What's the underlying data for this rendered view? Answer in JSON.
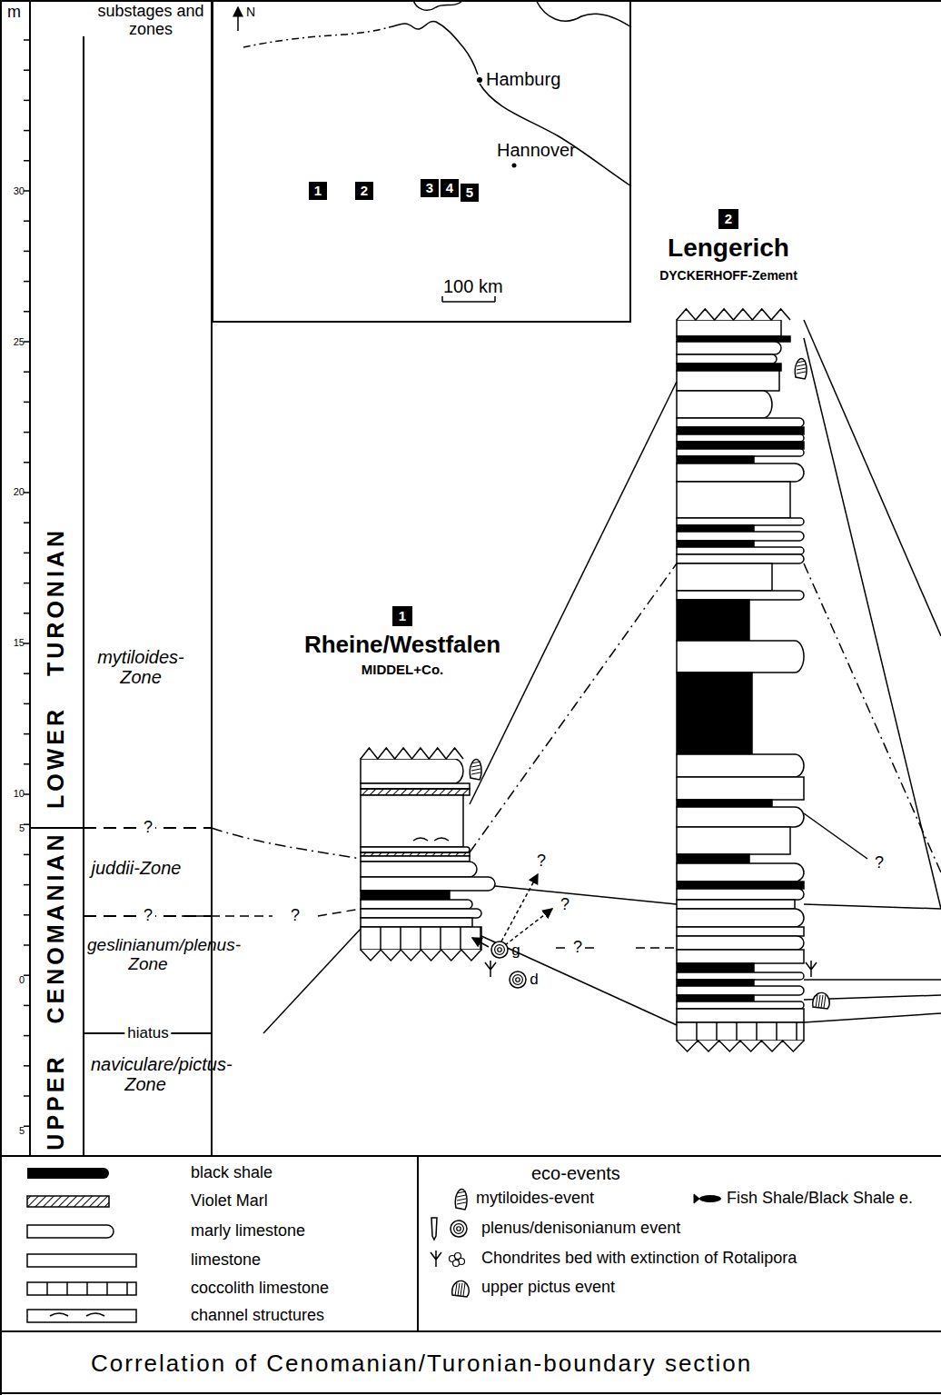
{
  "diagram": {
    "caption": "Correlation of Cenomanian/Turonian-boundary section",
    "nodes": [
      {
        "text": [
          "N",
          "Hamburg",
          "Hannover",
          "100 km"
        ]
      },
      {
        "text": [
          "1"
        ],
        "in": 0
      },
      {
        "text": [
          "2"
        ],
        "in": 0
      },
      {
        "text": [
          "3"
        ],
        "in": 0
      },
      {
        "text": [
          "4"
        ],
        "in": 0
      },
      {
        "text": [
          "5"
        ],
        "in": 0
      },
      {
        "text": [
          "1",
          "Rheine/Westfalen",
          "MIDDEL+Co."
        ]
      },
      {
        "text": [
          "2",
          "Lengerich",
          "DYCKERHOFF-Zement"
        ]
      }
    ],
    "labels": [
      "m",
      "substages and zones",
      "30",
      "25",
      "20",
      "15",
      "10",
      "5",
      "0",
      "5",
      "LOWER TURONIAN",
      "UPPER CENOMANIAN",
      "mytiloides-Zone",
      "?",
      "juddii-Zone",
      "?",
      "geslinianum/plenus-Zone",
      "hiatus",
      "naviculare/pictus-Zone",
      "?",
      "?",
      "?",
      "g",
      "?",
      "d",
      "?",
      "eco-events"
    ],
    "legend": [
      {
        "text": "black shale",
        "color": "#000000"
      },
      {
        "text": "Violet Marl"
      },
      {
        "text": "marly limestone"
      },
      {
        "text": "limestone"
      },
      {
        "text": "coccolith limestone"
      },
      {
        "text": "channel structures"
      },
      {
        "text": "mytiloides-event"
      },
      {
        "text": "Fish Shale/Black Shale e."
      },
      {
        "text": "plenus/denisonianum event"
      },
      {
        "text": "Chondrites bed with extinction of Rotalipora"
      },
      {
        "text": "upper pictus event"
      }
    ]
  }
}
